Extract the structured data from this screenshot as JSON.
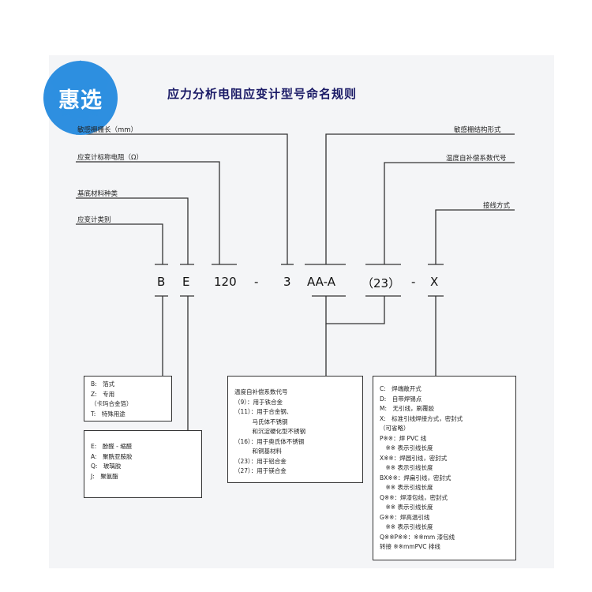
{
  "badge": {
    "text": "惠选",
    "color": "#2e8fe0"
  },
  "title": "应力分析电阻应变计型号命名规则",
  "top_labels": {
    "grid_length": "敏感栅栅长（mm）",
    "resistance": "应变计标称电阻（Ω）",
    "base_material": "基底材料种类",
    "gauge_class": "应变计类别",
    "grid_structure": "敏感栅结构形式",
    "temp_comp": "温度自补偿系数代号",
    "wiring": "接线方式"
  },
  "code": {
    "b": "B",
    "e": "E",
    "num": "120",
    "dash1": "-",
    "three": "3",
    "aa": "AA-A",
    "paren": "（23）",
    "dash2": "-",
    "x": "X"
  },
  "box_b": [
    "B:　箔式",
    "Z:　专用",
    "（卡玛合金箔）",
    "T:　特殊用途"
  ],
  "box_e": [
    "E:　酚醛 - 缩醛",
    "A:　聚酰亚胺胶",
    "Q:　玻璃胶",
    "J:　聚氨酯"
  ],
  "box_temp": [
    "温度自补偿系数代号",
    "（9）：用于铁合金",
    "（11）：用于合金钢、",
    "　　　马氏体不锈钢",
    "　　　和沉淀硬化型不锈钢",
    "（16）：用于奥氏体不锈钢",
    "　　　和铜基材料",
    "（23）：用于铝合金",
    "（27）：用于镁合金"
  ],
  "box_wiring": [
    "C:　焊端敞开式",
    "D:　自带焊锡点",
    "M:　无引线，刷覆胶",
    "X:　标准引线焊接方式，密封式",
    "（可省略）",
    "P※※：焊 PVC 线",
    "　※※ 表示引线长度",
    "X※※：焊圆引线，密封式",
    "　※※ 表示引线长度",
    "BX※※：焊扁引线，密封式",
    "　※※ 表示引线长度",
    "Q※※：焊漆包线，密封式",
    "　※※ 表示引线长度",
    "G※※：焊高温引线",
    "　※※ 表示引线长度",
    "Q※※P※※：※※mm 漆包线",
    "转接 ※※mmPVC 排线"
  ]
}
